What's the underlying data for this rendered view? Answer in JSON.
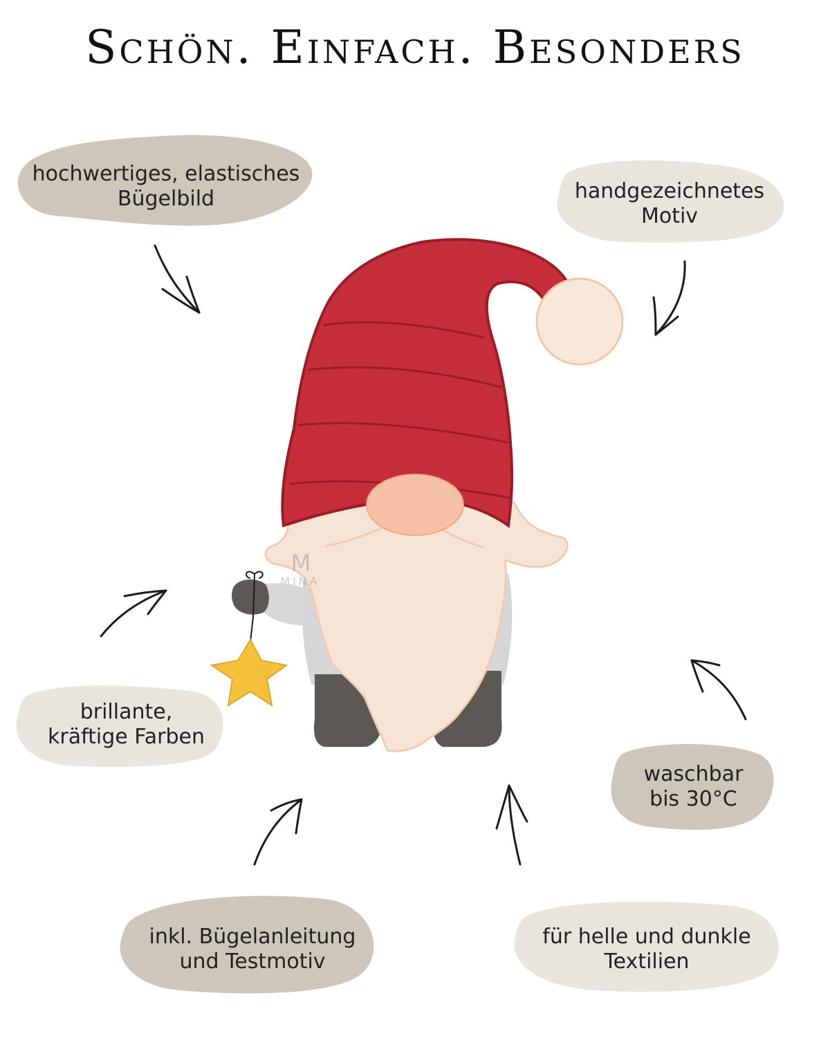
{
  "title": "Schön. Einfach. Besonders",
  "watermark": {
    "mark": "M",
    "text": "MINA"
  },
  "features": [
    {
      "line1": "hochwertiges, elastisches",
      "line2": "Bügelbild"
    },
    {
      "line1": "handgezeichnetes",
      "line2": "Motiv"
    },
    {
      "line1": "brillante,",
      "line2": "kräftige Farben"
    },
    {
      "line1": "waschbar",
      "line2": "bis 30°C"
    },
    {
      "line1": "inkl. Bügelanleitung",
      "line2": "und Testmotiv"
    },
    {
      "line1": "für helle und dunkle",
      "line2": "Textilien"
    }
  ],
  "colors": {
    "blob_dark": "#cfc6bb",
    "blob_light": "#e9e5dd",
    "hat": "#c62e3c",
    "hat_outline": "#9b1b26",
    "beard": "#f6e5d6",
    "nose": "#f5c0a5",
    "pompom": "#f8e8dc",
    "boots": "#5c5955",
    "star": "#f4c03a"
  }
}
